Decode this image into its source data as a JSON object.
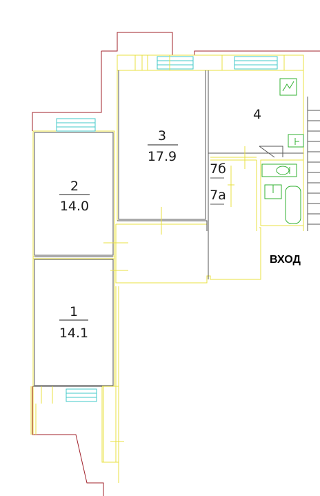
{
  "rooms": [
    {
      "id": "1",
      "number": "1",
      "area": "14.1"
    },
    {
      "id": "2",
      "number": "2",
      "area": "14.0"
    },
    {
      "id": "3",
      "number": "3",
      "area": "17.9"
    },
    {
      "id": "4",
      "number": "4",
      "area": ""
    },
    {
      "id": "7b",
      "number": "7б",
      "area": ""
    },
    {
      "id": "7a",
      "number": "7а",
      "area": ""
    }
  ],
  "entry_label": "ВХОД",
  "colors": {
    "wall_outer": "#a0202a",
    "wall_inner": "#e8e040",
    "window": "#40c8c8",
    "fixture": "#30b030",
    "line": "#555555"
  }
}
